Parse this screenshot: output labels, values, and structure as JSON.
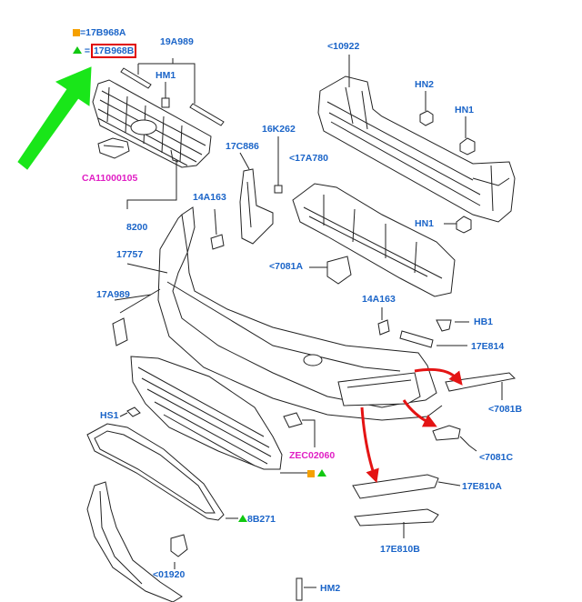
{
  "legend": {
    "square_ref": "=17B968A",
    "triangle_ref": "=17B968B",
    "square_color": "#f5a000",
    "triangle_color": "#11c811",
    "highlight_color": "#e00000"
  },
  "parts": {
    "p19A989_top": "19A989",
    "pHM1": "HM1",
    "pCA11000105": "CA11000105",
    "p8200": "8200",
    "p10922": "<10922",
    "pHN2": "HN2",
    "pHN1_top": "HN1",
    "p16K262": "16K262",
    "p17C886": "17C886",
    "p17A780": "<17A780",
    "p14A163_left": "14A163",
    "pHN1_mid": "HN1",
    "p17757": "17757",
    "p7081A": "<7081A",
    "p17A989": "17A989",
    "p14A163_mid": "14A163",
    "pHB1": "HB1",
    "p17E814": "17E814",
    "p7081B": "<7081B",
    "pHS1": "HS1",
    "p7081C": "<7081C",
    "pZEC02060": "ZEC02060",
    "p17E810A": "17E810A",
    "p8B271": "8B271",
    "p17E810B": "17E810B",
    "p01920": "<01920",
    "pHM2": "HM2"
  },
  "colors": {
    "label_blue": "#1a64c8",
    "label_magenta": "#e01fc4",
    "arrow_green": "#19e619",
    "arrow_red": "#e41414",
    "line": "#222222"
  }
}
